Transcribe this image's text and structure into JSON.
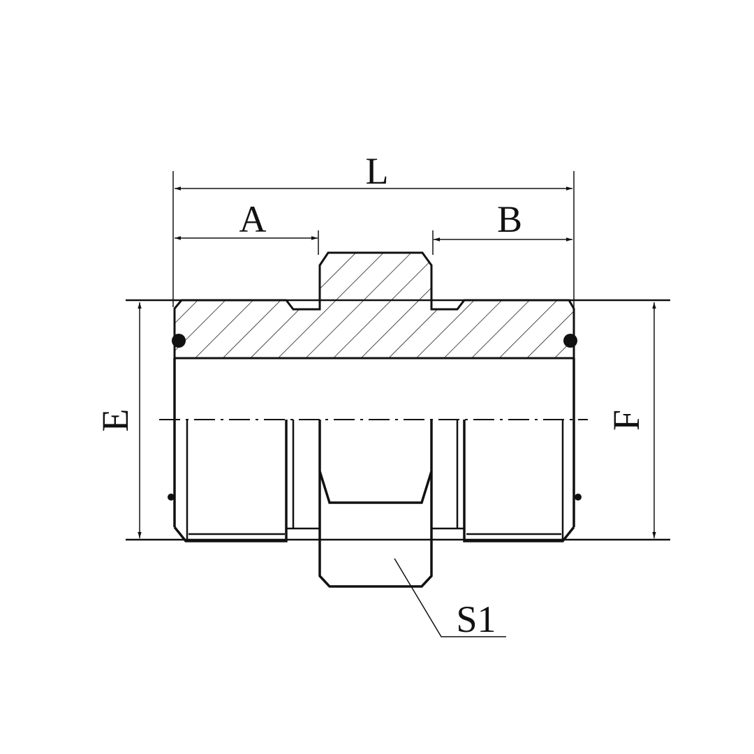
{
  "drawing": {
    "labels": {
      "length": "L",
      "left_thread_length": "A",
      "right_thread_length": "B",
      "left_thread_size": "E",
      "right_thread_size": "F",
      "hex_size": "S1"
    },
    "line_color": "#111111",
    "background": "#ffffff"
  }
}
